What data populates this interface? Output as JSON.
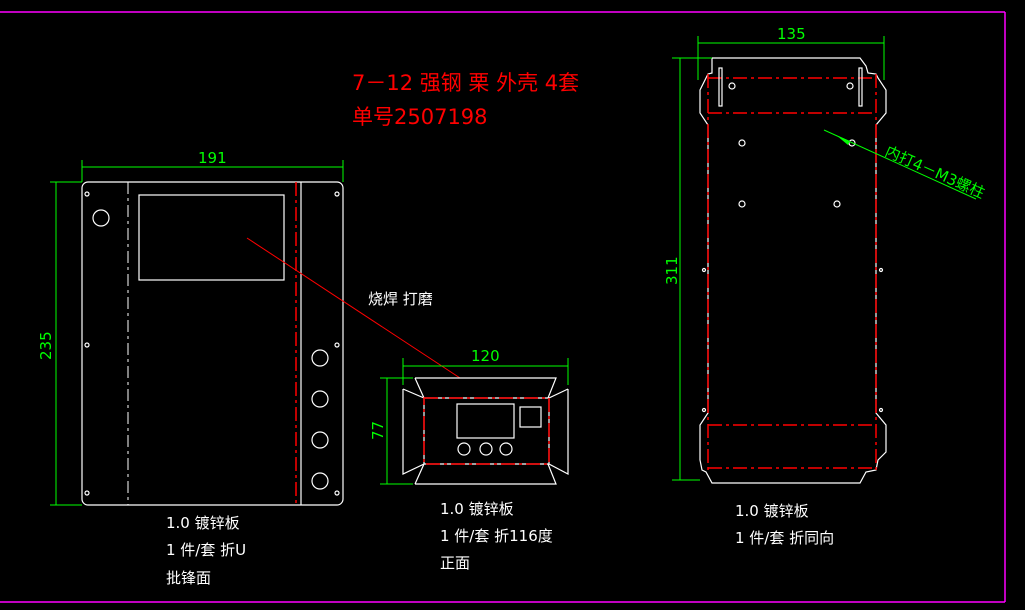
{
  "title": {
    "line1": "7－12 强钢 栗 外壳 4套",
    "line2": "单号2507198"
  },
  "annotation_weld": "烧焊 打磨",
  "annotation_thread": "内打4－M3螺柱",
  "dimensions": {
    "left_width": "191",
    "left_height": "235",
    "mid_width": "120",
    "mid_height": "77",
    "right_width": "135",
    "right_height": "311"
  },
  "notes": {
    "left": [
      "1.0 镀锌板",
      "1 件/套 折U",
      "批锋面"
    ],
    "middle": [
      "1.0 镀锌板",
      "1 件/套 折116度",
      "正面"
    ],
    "right": [
      "1.0 镀锌板",
      "1 件/套 折同向"
    ]
  },
  "colors": {
    "background": "#000000",
    "outline": "#ffffff",
    "bend": "#ff0000",
    "dimension": "#00ff00",
    "border": "#ff00ff"
  }
}
